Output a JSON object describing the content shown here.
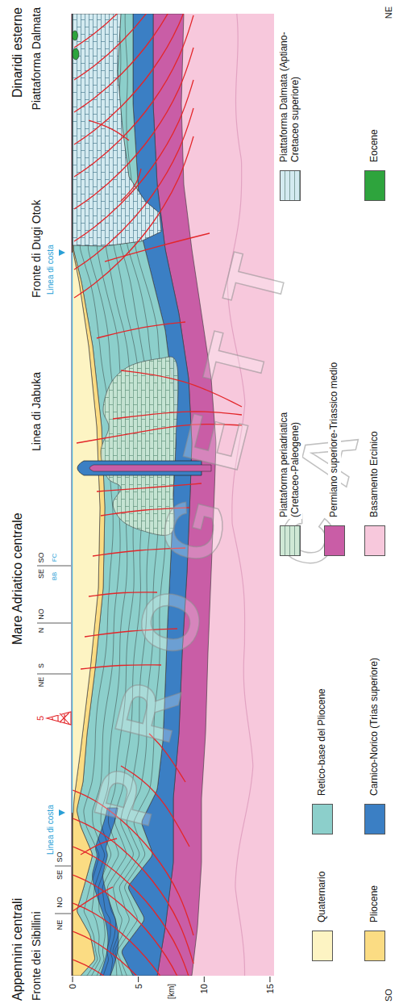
{
  "diagram": {
    "labels": [
      "Appennini centrali",
      "Mare Adriatico centrale",
      "Dinaridi esterne",
      "Fronte dei Sibillini",
      "Linea di Jabuka",
      "Fronte di Dugi Otok",
      "Piattaforma Dalmata",
      "NE",
      "NO",
      "SE",
      "SO",
      "Linea di costa",
      "5",
      "NE",
      "S",
      "N",
      "NO",
      "SE",
      "SO",
      "BB",
      "FC",
      "Linea di costa",
      "0",
      "5",
      "10",
      "15",
      "[km]",
      "SO",
      "NE",
      "PROGETT",
      "CA"
    ],
    "legend": [
      {
        "text": "Quaternario",
        "color": "#fdf4c3"
      },
      {
        "text": "Pliocene",
        "color": "#fbdc83"
      },
      {
        "text": "Retico-base del Pliocene",
        "color": "#8ccfcb"
      },
      {
        "text": "Carnico-Norico (Trias superiore)",
        "color": "#3b7fc4"
      },
      {
        "text": "Piattaforma periadriatica (Cretaceo-Paleogene)",
        "color": "#cfe8d5"
      },
      {
        "text": "Permiano superiore-Triassico medio",
        "color": "#c95da6"
      },
      {
        "text": "Basamento Ercinico",
        "color": "#f7c8dc"
      },
      {
        "text": "Piattaforma Dalmata (Aptiano-Cretaceo superiore)",
        "color": "#d3eaf0"
      },
      {
        "text": "Eocene",
        "color": "#2ea43d"
      }
    ]
  }
}
